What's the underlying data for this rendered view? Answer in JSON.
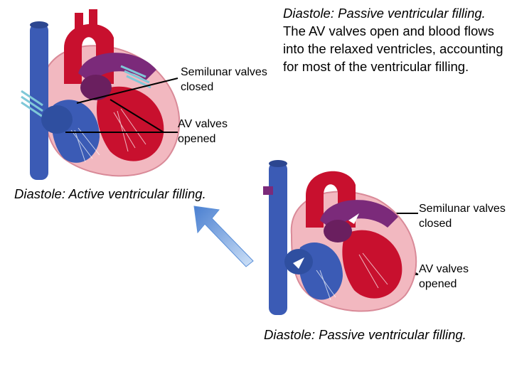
{
  "top_description": {
    "heading": "Diastole: Passive ventricular filling.",
    "body": " The AV valves open and blood flows into the relaxed ventricles, accounting for most of the ventricular filling."
  },
  "heart_1": {
    "label_semilunar": "Semilunar valves closed",
    "label_av": "AV valves opened",
    "caption": "Diastole: Active ventricular filling."
  },
  "heart_2": {
    "label_semilunar": "Semilunar valves closed",
    "label_av": "AV valves opened",
    "caption": "Diastole: Passive ventricular filling."
  },
  "colors": {
    "vena_cava": "#3b5bb5",
    "artery_red": "#c8102e",
    "pulmonary_purple": "#7b2a7a",
    "muscle_pink": "#f2b8c0",
    "arrow_blue": "#6fa3e0"
  }
}
